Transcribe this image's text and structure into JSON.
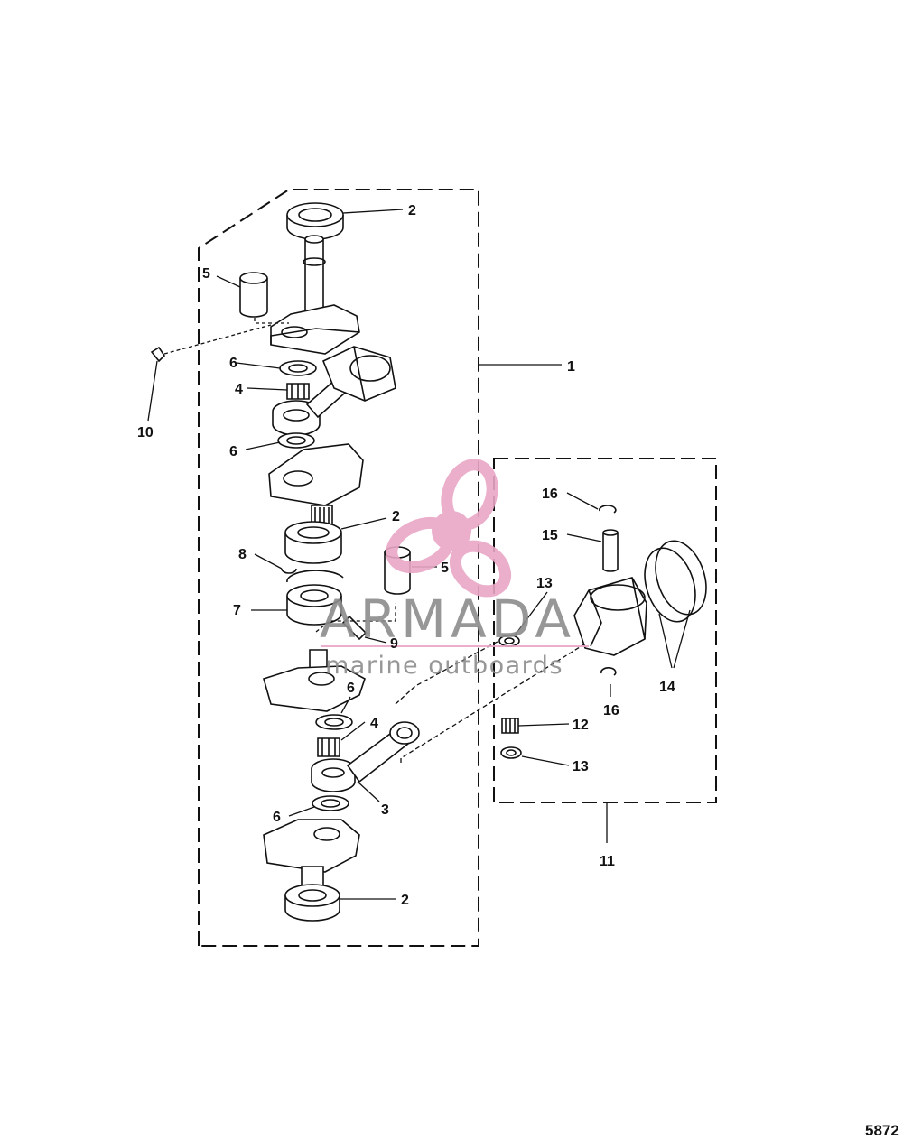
{
  "figure_number": "5872",
  "watermark": {
    "brand": "ARMADA",
    "tagline": "marine outboards",
    "color_primary": "#e9a6c6",
    "color_text": "#8c8c8c"
  },
  "callouts": {
    "c1": "1",
    "c2a": "2",
    "c2b": "2",
    "c2c": "2",
    "c3": "3",
    "c4a": "4",
    "c4b": "4",
    "c5a": "5",
    "c5b": "5",
    "c6a": "6",
    "c6b": "6",
    "c6c": "6",
    "c6d": "6",
    "c7": "7",
    "c8": "8",
    "c9": "9",
    "c10": "10",
    "c11": "11",
    "c12": "12",
    "c13a": "13",
    "c13b": "13",
    "c14": "14",
    "c15": "15",
    "c16a": "16",
    "c16b": "16"
  },
  "colors": {
    "ink": "#111111",
    "paper": "#ffffff"
  }
}
